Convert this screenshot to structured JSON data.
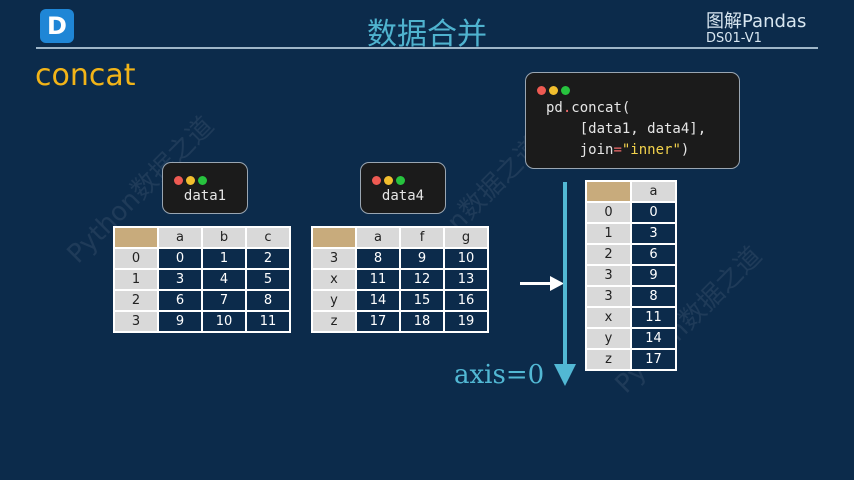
{
  "header": {
    "logo_letter": "D",
    "title": "数据合并",
    "brand": "图解Pandas",
    "code": "DS01-V1"
  },
  "subtitle": "concat",
  "watermark": "Python数据之道",
  "windows": {
    "data1_label": "data1",
    "data4_label": "data4",
    "code": {
      "line1_obj": "pd",
      "line1_dot": ".",
      "line1_fn": "concat(",
      "line2": "    [data1, data4],",
      "line3_key": "    join",
      "line3_eq": "=",
      "line3_val": "\"inner\"",
      "line3_end": ")"
    }
  },
  "tables": {
    "data1": {
      "columns": [
        "a",
        "b",
        "c"
      ],
      "rows": [
        {
          "index": "0",
          "values": [
            "0",
            "1",
            "2"
          ]
        },
        {
          "index": "1",
          "values": [
            "3",
            "4",
            "5"
          ]
        },
        {
          "index": "2",
          "values": [
            "6",
            "7",
            "8"
          ]
        },
        {
          "index": "3",
          "values": [
            "9",
            "10",
            "11"
          ]
        }
      ]
    },
    "data4": {
      "columns": [
        "a",
        "f",
        "g"
      ],
      "rows": [
        {
          "index": "3",
          "values": [
            "8",
            "9",
            "10"
          ]
        },
        {
          "index": "x",
          "values": [
            "11",
            "12",
            "13"
          ]
        },
        {
          "index": "y",
          "values": [
            "14",
            "15",
            "16"
          ]
        },
        {
          "index": "z",
          "values": [
            "17",
            "18",
            "19"
          ]
        }
      ]
    },
    "result": {
      "columns": [
        "a"
      ],
      "rows": [
        {
          "index": "0",
          "values": [
            "0"
          ]
        },
        {
          "index": "1",
          "values": [
            "3"
          ]
        },
        {
          "index": "2",
          "values": [
            "6"
          ]
        },
        {
          "index": "3",
          "values": [
            "9"
          ]
        },
        {
          "index": "3",
          "values": [
            "8"
          ]
        },
        {
          "index": "x",
          "values": [
            "11"
          ]
        },
        {
          "index": "y",
          "values": [
            "14"
          ]
        },
        {
          "index": "z",
          "values": [
            "17"
          ]
        }
      ]
    }
  },
  "axis_label": "axis=0",
  "colors": {
    "background": "#0c2b4b",
    "title": "#4fb3cf",
    "accent": "#f2b418",
    "axis": "#52b8d4",
    "corner": "#c8ab7c"
  }
}
